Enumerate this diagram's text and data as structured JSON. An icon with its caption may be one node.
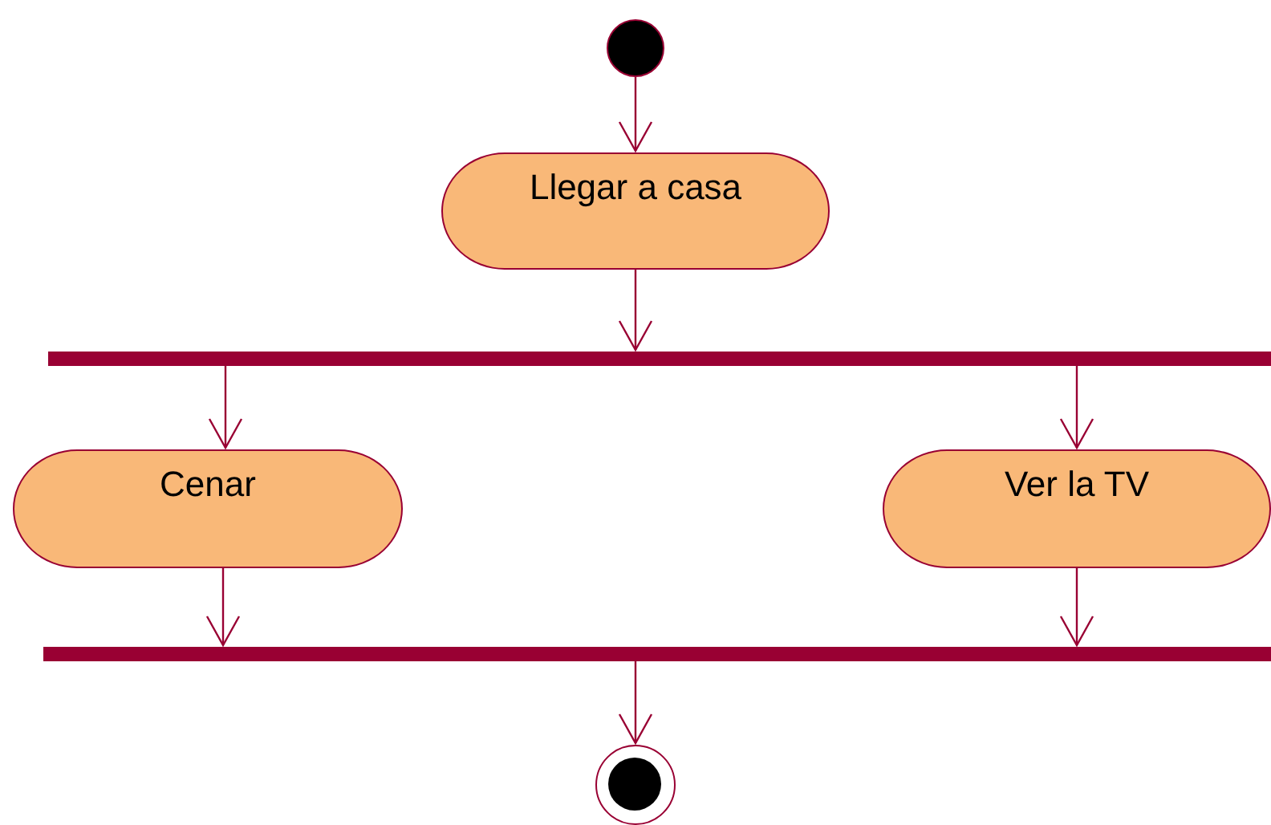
{
  "diagram": {
    "nodes": [
      {
        "text": [],
        "shape": "circle"
      },
      {
        "text": [
          "Llegar a casa"
        ]
      },
      {
        "text": [],
        "shape": "bar"
      },
      {
        "text": [
          "Cenar"
        ]
      },
      {
        "text": [
          "Ver la TV"
        ]
      },
      {
        "text": [],
        "shape": "bar"
      },
      {
        "text": [],
        "shape": "bullseye"
      }
    ],
    "edges": [
      {
        "from": 0,
        "to": 1,
        "arrow": "to"
      },
      {
        "from": 1,
        "to": 2,
        "arrow": "to"
      },
      {
        "from": 2,
        "to": 3,
        "arrow": "to"
      },
      {
        "from": 2,
        "to": 4,
        "arrow": "to"
      },
      {
        "from": 3,
        "to": 5,
        "arrow": "to"
      },
      {
        "from": 4,
        "to": 5,
        "arrow": "to"
      },
      {
        "from": 5,
        "to": 6,
        "arrow": "to"
      }
    ]
  }
}
